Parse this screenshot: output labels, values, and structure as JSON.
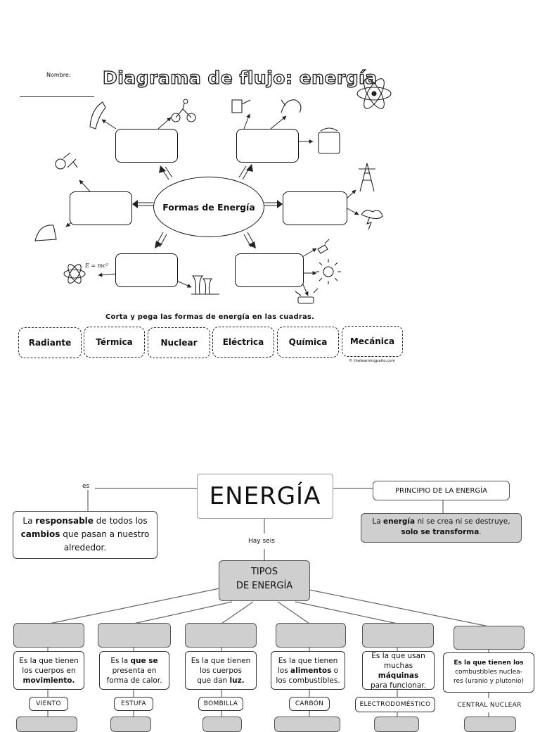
{
  "worksheet": {
    "name_label": "Nombre:",
    "title": "Diagrama de flujo: energía",
    "center_label": "Formas de Energía",
    "equation": "E = mc²",
    "instruction": "Corta y pega las formas de energía en las cuadras.",
    "cards": [
      "Radiante",
      "Térmica",
      "Nuclear",
      "Eléctrica",
      "Química",
      "Mecánica"
    ],
    "credit": "© thelearningpatio.com"
  },
  "concept_map": {
    "left_connector": "es",
    "title": "ENERGÍA",
    "principle_title": "PRINCIPIO DE LA ENERGÍA",
    "principle_pre": "La ",
    "principle_b1": "energía",
    "principle_mid": " ni se crea ni se destruye,",
    "principle_b2": "solo se transforma",
    "principle_end": ".",
    "def_pre": "La ",
    "def_b1": "responsable",
    "def_mid": " de todos los",
    "def_b2": "cambios",
    "def_mid2": " que pasan a nuestro",
    "def_end": "alrededor.",
    "hay_seis": "Hay seis",
    "types_line1": "TIPOS",
    "types_line2": "DE ENERGÍA",
    "desc1_a": "Es la que tienen",
    "desc1_b": "los cuerpos en",
    "desc1_c": "movimiento.",
    "desc2_a": "Es la ",
    "desc2_a_b": "que se",
    "desc2_b": "presenta en",
    "desc2_c": "forma de calor.",
    "desc3_a": "Es la que tienen",
    "desc3_b": "los cuerpos",
    "desc3_c_pre": "que dan ",
    "desc3_c_b": "luz.",
    "desc4_a": "Es la que tienen",
    "desc4_b_pre": "los ",
    "desc4_b_b": "alimentos",
    "desc4_b_end": " o",
    "desc4_c": "los combustibles.",
    "desc5_a": "Es la que usan",
    "desc5_b_pre": "muchas ",
    "desc5_b_b": "máquinas",
    "desc5_c": "para funcionar.",
    "desc6_a": "Es la que tienen los",
    "desc6_b": "combustibles nuclea-",
    "desc6_c": "res (uranio y plutonio)",
    "examples": [
      "VIENTO",
      "ESTUFA",
      "BOMBILLA",
      "CARBÓN",
      "ELECTRODOMÉSTICO",
      "CENTRAL NUCLEAR"
    ]
  }
}
